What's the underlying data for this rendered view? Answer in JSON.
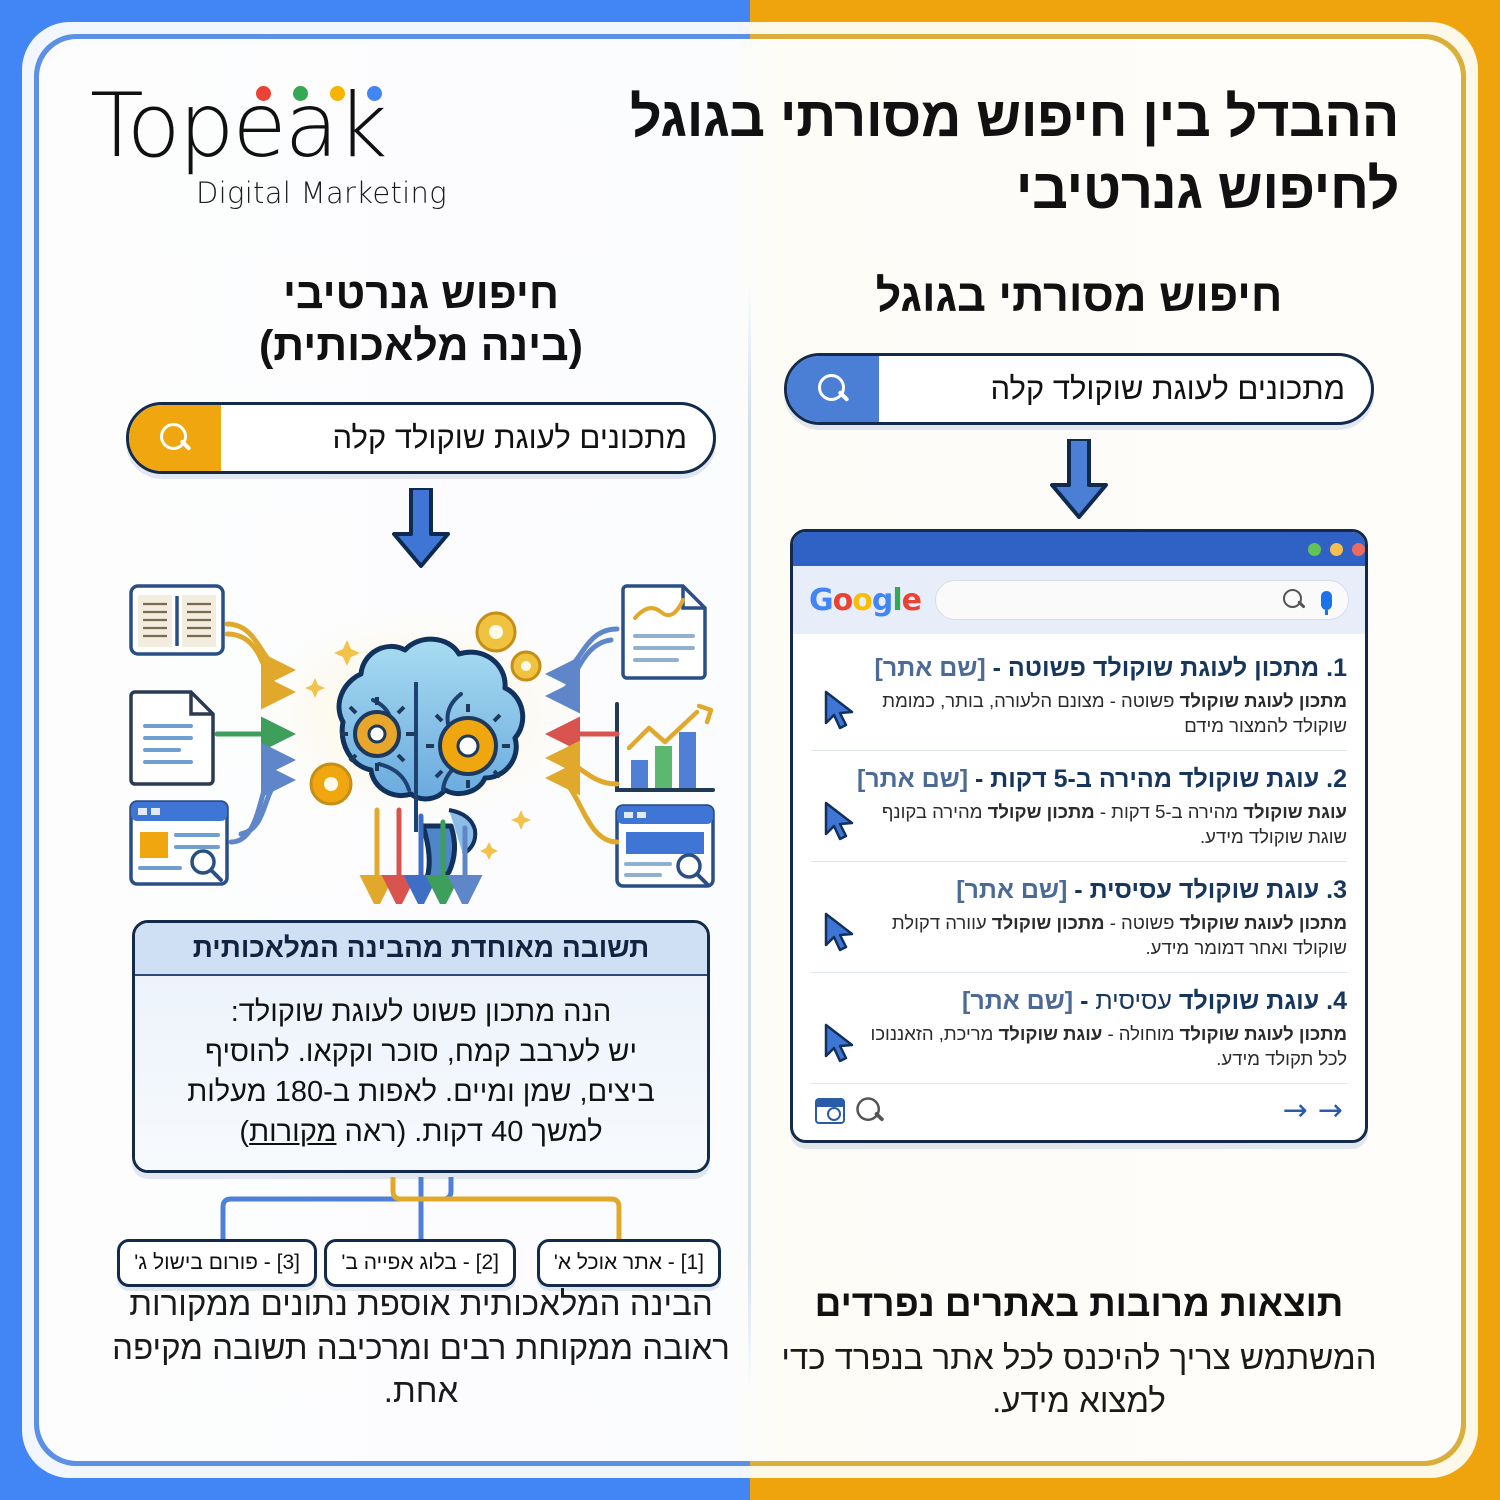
{
  "header": {
    "title_line1": "ההבדל בין חיפוש מסורתי בגוגל",
    "title_line2": "לחיפוש גנרטיבי",
    "logo_word": "Topeak",
    "logo_sub": "Digital Marketing",
    "logo_dot_colors": [
      "#4285F4",
      "#F4B400",
      "#34A853",
      "#EA4335"
    ]
  },
  "left": {
    "heading": "חיפוש מסורתי בגוגל",
    "search_value": "מתכונים לעוגת שוקולד קלה",
    "search_icon": "search-icon",
    "search_button_color": "#4b7fd6",
    "browser": {
      "dot_colors": [
        "#ED6A5E",
        "#F5BF4F",
        "#61C454"
      ],
      "google_logo_letters": [
        "G",
        "o",
        "o",
        "g",
        "l",
        "e"
      ],
      "searchbar_value": "",
      "mic_icon": "microphone-icon",
      "magnifier_icon": "search-icon",
      "results": [
        {
          "num": "1.",
          "title": "מתכון לעוגת שוקולד פשוטה",
          "dash": " - ",
          "site": "[שם אתר]",
          "snippet_bold": "מתכון לעוגת שוקולד",
          "snippet_rest": " פשוטה - מצונם הלעורה, בותר, כמומת שוקולד להמצור מידם"
        },
        {
          "num": "2.",
          "title": "עוגת שוקולד מהירה ב-5 דקות",
          "dash": " - ",
          "site": "[שם אתר]",
          "snippet_bold": "עוגת שוקולד",
          "snippet_rest": " מהירה ב-5 דקות - ",
          "snippet_bold2": "מתכון שקולד",
          "snippet_rest2": " מהירה בקונף שוגת שוקולד מידע."
        },
        {
          "num": "3.",
          "title": "עוגת שוקולד עסיסית",
          "dash": " - ",
          "site": "[שם אתר]",
          "snippet_bold": "מתכון לעוגת שוקולד",
          "snippet_rest": " פשוטה - ",
          "snippet_bold2": "מתכון שוקולד",
          "snippet_rest2": " עוורה דקולת שוקולד ואחר דמומר מידע."
        },
        {
          "num": "4.",
          "title_bold": "עוגת שוקולד",
          "title_rest": " עסיסית",
          "dash": " - ",
          "site": "[שם אתר]",
          "snippet_bold": "מתכון לעוגת שוקולד",
          "snippet_rest": " מוחולה - ",
          "snippet_bold2": "עוגת שוקולד",
          "snippet_rest2": " מריכת, הזאננוכו לכל תקולד מידע."
        }
      ],
      "footer_window_icon": "browser-window-icon",
      "footer_search_icon": "search-icon",
      "footer_arrow1": "→",
      "footer_arrow2": "→"
    },
    "footer_heading": "תוצאות מרובות באתרים נפרדים",
    "footer_text": "המשתמש צריך להיכנס לכל אתר בנפרד כדי למצוא מידע."
  },
  "right": {
    "heading_line1": "חיפוש גנרטיבי",
    "heading_line2": "(בינה מלאכותית)",
    "search_value": "מתכונים לעוגת שוקולד קלה",
    "search_icon": "search-icon",
    "search_button_color": "#EFA60F",
    "diagram": {
      "center_icon": "brain-icon",
      "source_icons": [
        "open-book-icon",
        "document-icon",
        "browser-window-search-icon",
        "document-chart-icon",
        "bar-chart-icon",
        "browser-window-icon"
      ],
      "gear_icon": "gear-icon",
      "input_arrow_colors": [
        "#E0A92C",
        "#3E9E5B",
        "#5E86C8",
        "#5E86C8",
        "#D9534F",
        "#E0A92C"
      ],
      "output_arrow_colors": [
        "#E0A92C",
        "#D9534F",
        "#3E6FC4",
        "#3E9E5B",
        "#5E86C8"
      ]
    },
    "ai_box": {
      "header": "תשובה מאוחדת מהבינה המלאכותית",
      "line1": "הנה מתכון פשוט לעוגת שוקולד:",
      "line2": "יש לערבב קמח, סוכר וקקאו. להוסיף",
      "line3": "ביצים, שמן ומיים. לאפות ב-180 מעלות",
      "line4_pre": "למשך 40 דקות. (ראה ",
      "line4_link": "מקורות",
      "line4_post": ")"
    },
    "citations": [
      {
        "label": "[1] - אתר אוכל א'",
        "line_color": "#5E86C8"
      },
      {
        "label": "[2] - בלוג אפייה ב'",
        "line_color": "#5E86C8"
      },
      {
        "label": "[3] - פורום בישול ג'",
        "line_color": "#E0A92C"
      }
    ],
    "footer_text": "הבינה המלאכותית אוספת נתונים ממקורות ראובה ממקוחת רבים ומרכיבה תשובה מקיפה אחת."
  },
  "theme": {
    "left_border": "#4285F4",
    "right_border": "#EFA30D",
    "ink": "#132a4a"
  }
}
